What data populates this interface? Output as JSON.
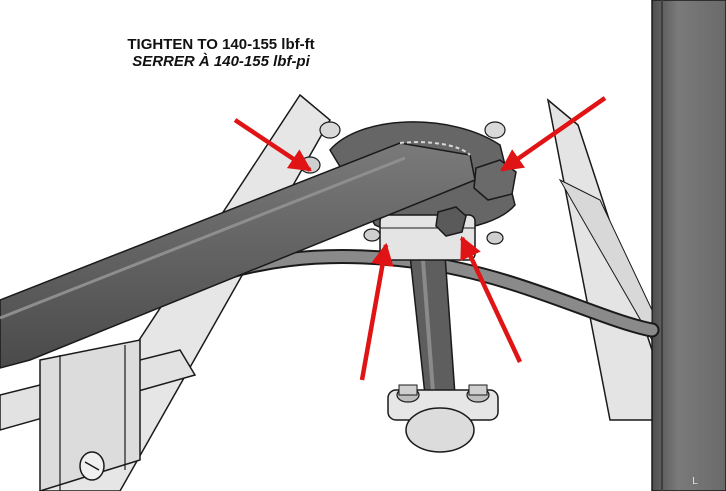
{
  "instruction": {
    "english": "TIGHTEN TO 140-155 lbf-ft",
    "french": "SERRER À 140-155 lbf-pi"
  },
  "colors": {
    "arrow": "#e01414",
    "bar": "#5b5b5b",
    "post": "#6e6e6e",
    "frame": "#e4e4e4",
    "outline": "#1a1a1a"
  },
  "callouts": [
    "arrow-upper-left",
    "arrow-upper-right",
    "arrow-lower-left",
    "arrow-lower-right"
  ]
}
